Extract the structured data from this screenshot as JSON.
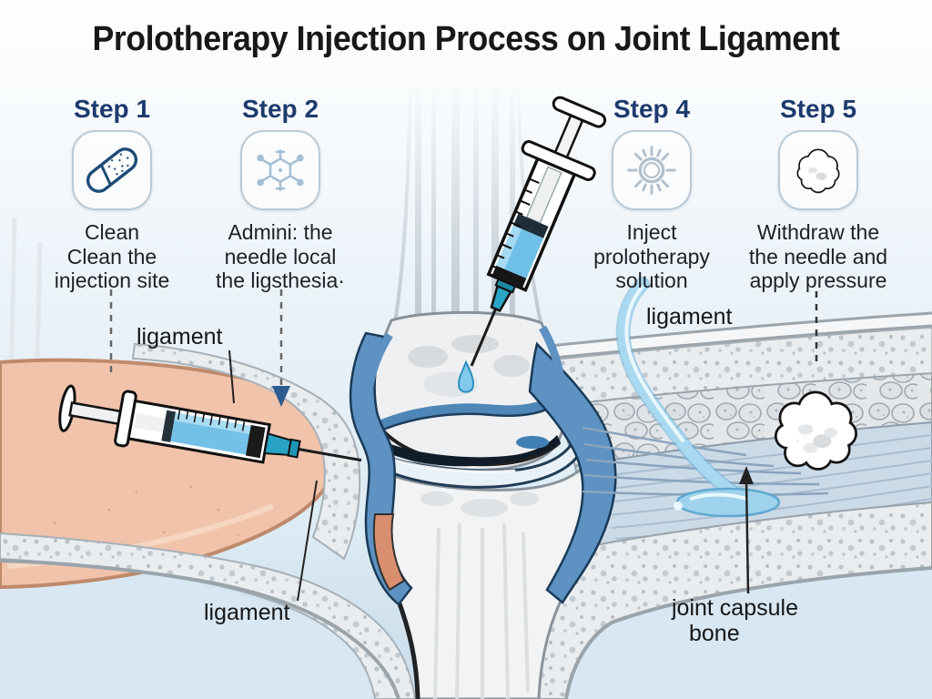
{
  "title": "Prolotherapy Injection Process on Joint Ligament",
  "steps": [
    {
      "label": "Step 1",
      "icon": "bandage-icon",
      "line1": "Clean",
      "line2": "Clean the",
      "line3": "injection site"
    },
    {
      "label": "Step 2",
      "icon": "snowflake-icon",
      "line1": "Admini: the",
      "line2": "needle local",
      "line3": "the ligsthesia·"
    },
    {
      "label": "Step 4",
      "icon": "sun-icon",
      "line1": "Inject",
      "line2": "prolotherapy",
      "line3": "solution"
    },
    {
      "label": "Step 5",
      "icon": "cotton-ball-icon",
      "line1": "Withdraw the",
      "line2": "the needle and",
      "line3": "apply pressure"
    }
  ],
  "anatomy_labels": {
    "ligament_upper_left": "ligament",
    "ligament_lower_left": "ligament",
    "ligament_right": "ligament",
    "joint_capsule": "joint capsule",
    "bone": "bone"
  },
  "colors": {
    "step_heading": "#1d3a6e",
    "body_text": "#202126",
    "capsule_blue": "#5d92c2",
    "liquid_blue": "#74c1e8",
    "skin": "#f1c3ab",
    "bone_light_blue": "#d8e7f2",
    "background_bottom": "#cbdeec"
  }
}
